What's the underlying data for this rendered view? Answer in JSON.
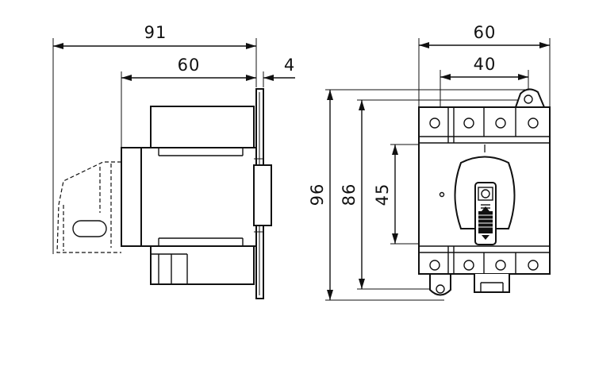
{
  "drawing": {
    "side_view": {
      "dim_overall_width": "91",
      "dim_body_width": "60",
      "dim_plate_thickness": "4"
    },
    "front_view": {
      "dim_width": "60",
      "dim_mount_spacing": "40",
      "dim_overall_height": "96",
      "dim_mount_height": "86",
      "dim_window_height": "45",
      "position_mark": "I"
    }
  }
}
